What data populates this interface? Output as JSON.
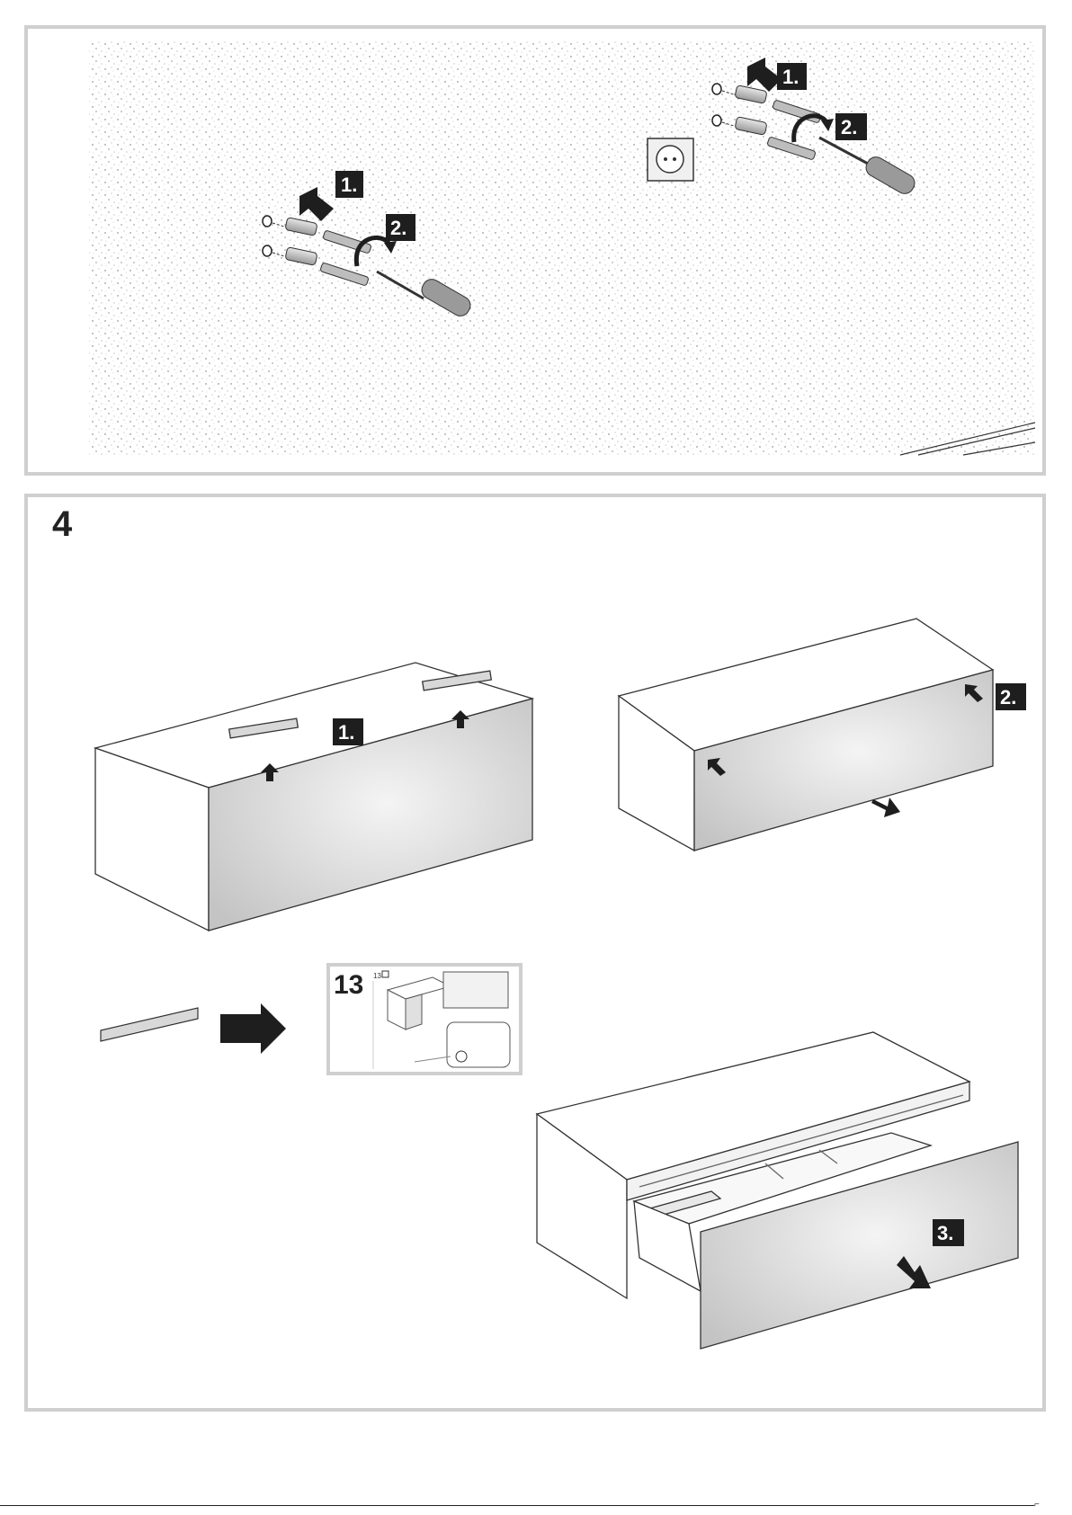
{
  "top_panel": {
    "left_assembly": {
      "step1_label": "1.",
      "step2_label": "2."
    },
    "right_assembly": {
      "step1_label": "1.",
      "step2_label": "2."
    }
  },
  "bottom_panel": {
    "step_number": "4",
    "cabinet_top_label": "1.",
    "cabinet_front_label": "2.",
    "drawer_label": "3.",
    "reference": {
      "page_number": "13",
      "small_number": "13"
    }
  },
  "colors": {
    "badge": "#1e1e1e",
    "panel_border": "#cfcfcf",
    "line": "#333333"
  },
  "icons": [
    "wall-plug-icon",
    "screw-icon",
    "screwdriver-icon",
    "power-socket-icon",
    "arrow-icon",
    "rotate-arrow-icon"
  ]
}
